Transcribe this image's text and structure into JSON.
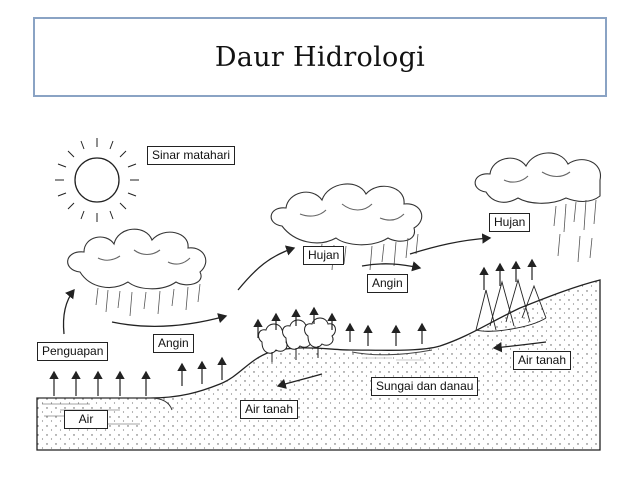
{
  "title": "Daur Hidrologi",
  "labels": {
    "sinar_matahari": "Sinar matahari",
    "hujan_1": "Hujan",
    "hujan_2": "Hujan",
    "angin_1": "Angin",
    "angin_2": "Angin",
    "penguapan": "Penguapan",
    "air": "Air",
    "air_tanah_1": "Air tanah",
    "air_tanah_2": "Air tanah",
    "sungai_dan_danau": "Sungai dan danau"
  },
  "icons": [
    "sun-icon",
    "cloud-icon",
    "rain-icon",
    "tree-icon",
    "arrow-icon"
  ]
}
